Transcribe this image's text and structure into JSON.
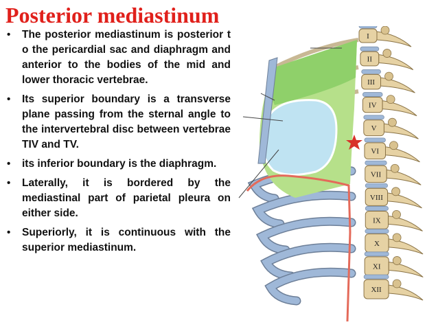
{
  "title": "Posterior mediastinum",
  "bullet_symbol": "•",
  "bullets": [
    "The posterior mediastinum is posterior t o the pericardial sac and diaphragm and anterior to the bodies of the mid and lower thoracic vertebrae.",
    "Its superior boundary is a transverse plane passing from the sternal angle to the intervertebral disc between vertebrae TIV and TV.",
    "its inferior boundary is the diaphragm.",
    "Laterally, it is bordered by the mediastinal part of parietal pleura on either side.",
    "Superiorly, it is continuous with the superior mediastinum."
  ],
  "figure": {
    "vertebra_labels": [
      "I",
      "II",
      "III",
      "IV",
      "V",
      "VI",
      "VII",
      "VIII",
      "IX",
      "X",
      "XI",
      "XII"
    ],
    "colors": {
      "mediastinum_green": "#b6e08a",
      "superior_green": "#8fd06a",
      "heart_blue": "#bfe3f2",
      "diaphragm_red": "#e46a5a",
      "bone": "#e6d2a4",
      "disc_blue": "#9fb8d8",
      "star_red": "#d8312a"
    },
    "marker": "star-icon"
  }
}
